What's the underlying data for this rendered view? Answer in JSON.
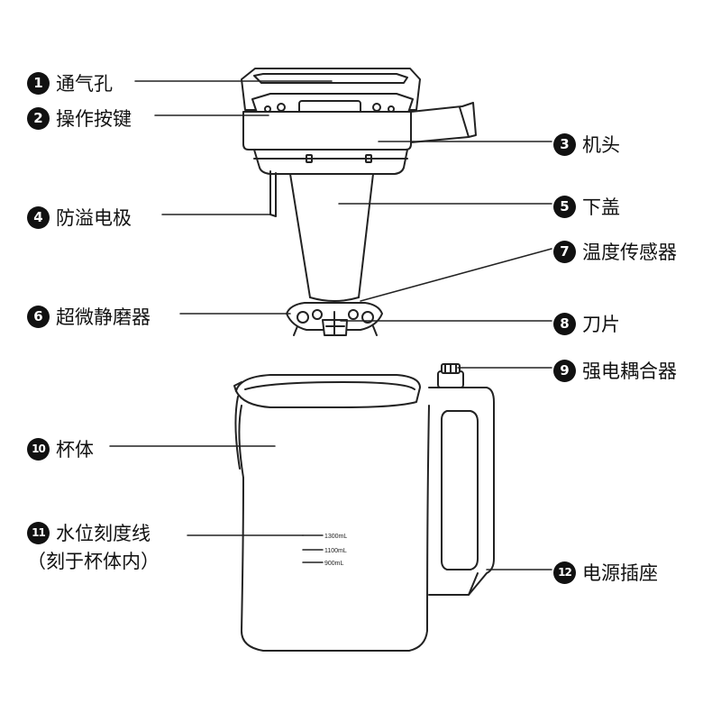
{
  "callouts": [
    {
      "num": "1",
      "text": "通气孔"
    },
    {
      "num": "2",
      "text": "操作按键"
    },
    {
      "num": "3",
      "text": "机头"
    },
    {
      "num": "4",
      "text": "防溢电极"
    },
    {
      "num": "5",
      "text": "下盖"
    },
    {
      "num": "6",
      "text": "超微静磨器"
    },
    {
      "num": "7",
      "text": "温度传感器"
    },
    {
      "num": "8",
      "text": "刀片"
    },
    {
      "num": "9",
      "text": "强电耦合器"
    },
    {
      "num": "10",
      "text": "杯体"
    },
    {
      "num": "11",
      "text": "水位刻度线",
      "note": "（刻于杯体内）"
    },
    {
      "num": "12",
      "text": "电源插座"
    }
  ],
  "scale_marks": [
    "1300mL",
    "1100mL",
    "900mL"
  ],
  "colors": {
    "line": "#222222",
    "badge": "#111111"
  }
}
